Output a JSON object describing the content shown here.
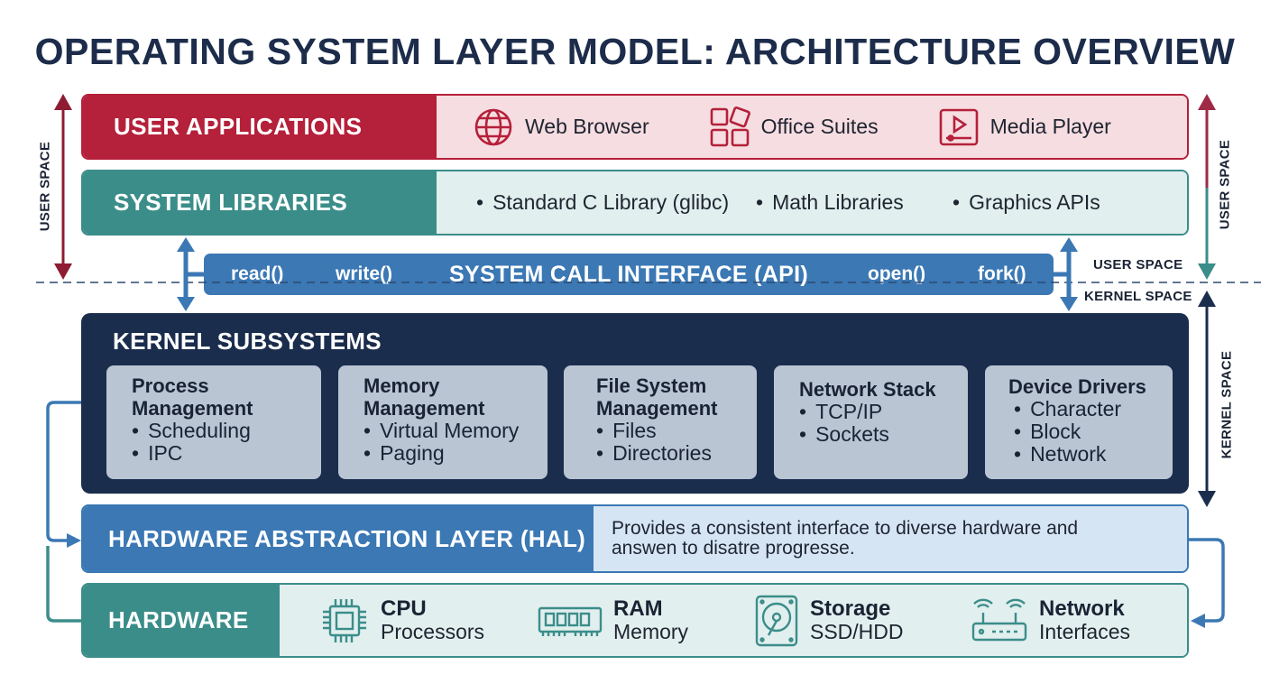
{
  "title": "OPERATING SYSTEM LAYER MODEL: ARCHITECTURE OVERVIEW",
  "user_applications": {
    "label": "USER APPLICATIONS",
    "items": [
      {
        "name": "Web Browser",
        "icon": "globe-icon"
      },
      {
        "name": "Office Suites",
        "icon": "grid-apps-icon"
      },
      {
        "name": "Media Player",
        "icon": "play-icon"
      }
    ]
  },
  "system_libraries": {
    "label": "SYSTEM LIBRARIES",
    "items": [
      "Standard C Library (glibc)",
      "Math Libraries",
      "Graphics APIs"
    ]
  },
  "syscall": {
    "title": "SYSTEM CALL INTERFACE (API)",
    "calls": [
      "read()",
      "write()",
      "open()",
      "fork()"
    ]
  },
  "boundary": {
    "user_space": "USER SPACE",
    "kernel_space": "KERNEL SPACE"
  },
  "kernel": {
    "label": "KERNEL SUBSYSTEMS",
    "subsystems": [
      {
        "title_line1": "Process",
        "title_line2": "Management",
        "items": [
          "Scheduling",
          "IPC"
        ]
      },
      {
        "title_line1": "Memory",
        "title_line2": "Management",
        "items": [
          "Virtual Memory",
          "Paging"
        ]
      },
      {
        "title_line1": "File System",
        "title_line2": "Management",
        "items": [
          "Files",
          "Directories"
        ]
      },
      {
        "title_line1": "Network Stack",
        "items": [
          "TCP/IP",
          "Sockets"
        ]
      },
      {
        "title_line1": "Device Drivers",
        "items": [
          "Character",
          "Block",
          "Network"
        ]
      }
    ]
  },
  "hal": {
    "label": "HARDWARE ABSTRACTION LAYER (HAL)",
    "description_line1": "Provides a consistent interface to diverse hardware and",
    "description_line2": "answen to disatre progresse."
  },
  "hardware": {
    "label": "HARDWARE",
    "items": [
      {
        "title": "CPU",
        "subtitle": "Processors",
        "icon": "cpu-chip-icon"
      },
      {
        "title": "RAM",
        "subtitle": "Memory",
        "icon": "ram-module-icon"
      },
      {
        "title": "Storage",
        "subtitle": "SSD/HDD",
        "icon": "hard-drive-icon"
      },
      {
        "title": "Network",
        "subtitle": "Interfaces",
        "icon": "router-icon"
      }
    ]
  },
  "colors": {
    "apps": "#b5203a",
    "libs": "#3b8d8a",
    "syscall": "#3b78b4",
    "kernel": "#1b2d4d",
    "hardware": "#3b8d8a"
  }
}
